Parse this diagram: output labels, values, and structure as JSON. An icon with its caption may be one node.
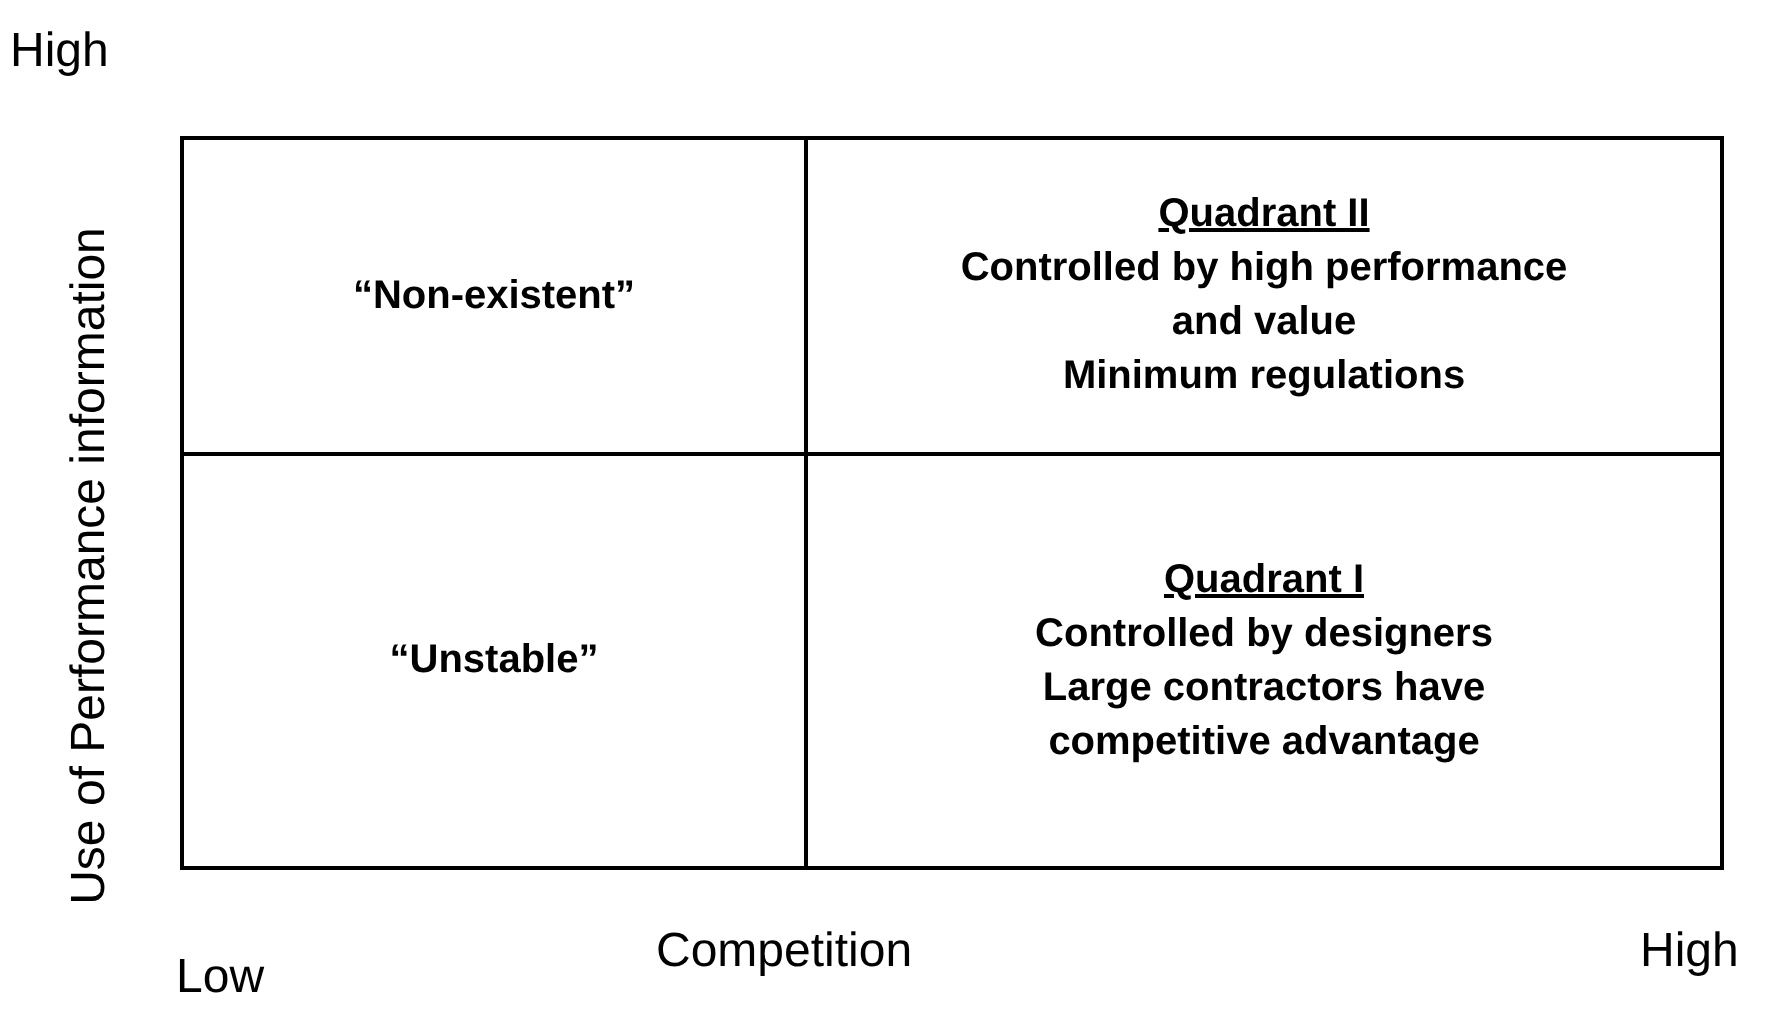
{
  "diagram": {
    "nodes": [
      {
        "text": [
          "“Non-existent”"
        ]
      },
      {
        "text": [
          "Quadrant II",
          "Controlled by high performance and value",
          "Minimum regulations"
        ]
      },
      {
        "text": [
          "“Unstable”"
        ]
      },
      {
        "text": [
          "Quadrant I",
          "Controlled by designers",
          "Large contractors have competitive advantage"
        ]
      }
    ],
    "labels": [
      "High",
      "Use of Performance information",
      "Low",
      "Competition",
      "High"
    ]
  }
}
